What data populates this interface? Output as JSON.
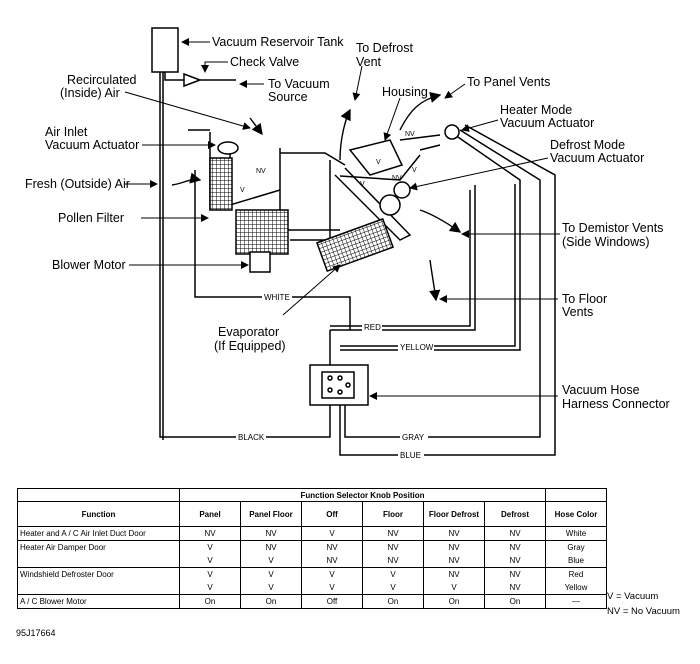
{
  "labels": {
    "vacuum_reservoir_tank": "Vacuum Reservoir Tank",
    "check_valve": "Check Valve",
    "to_vacuum_source_1": "To Vacuum",
    "to_vacuum_source_2": "Source",
    "recirculated_1": "Recirculated",
    "recirculated_2": "(Inside) Air",
    "air_inlet_1": "Air Inlet",
    "air_inlet_2": "Vacuum Actuator",
    "fresh_air": "Fresh (Outside) Air",
    "pollen_filter": "Pollen Filter",
    "blower_motor": "Blower Motor",
    "evaporator_1": "Evaporator",
    "evaporator_2": "(If Equipped)",
    "defrost_vent_1": "To Defrost",
    "defrost_vent_2": "Vent",
    "housing": "Housing",
    "panel_vents": "To Panel Vents",
    "heater_mode_1": "Heater Mode",
    "heater_mode_2": "Vacuum Actuator",
    "defrost_mode_1": "Defrost Mode",
    "defrost_mode_2": "Vacuum Actuator",
    "demistor_1": "To Demistor Vents",
    "demistor_2": "(Side Windows)",
    "floor_vents_1": "To Floor",
    "floor_vents_2": "Vents",
    "harness_1": "Vacuum Hose",
    "harness_2": "Harness Connector",
    "nv": "NV",
    "v": "V"
  },
  "hoses": {
    "white": "WHITE",
    "red": "RED",
    "yellow": "YELLOW",
    "black": "BLACK",
    "gray": "GRAY",
    "blue": "BLUE"
  },
  "table": {
    "group_header": "Function Selector Knob Position",
    "headers": [
      "Function",
      "Panel",
      "Panel Floor",
      "Off",
      "Floor",
      "Floor Defrost",
      "Defrost",
      "Hose Color"
    ],
    "rows": [
      {
        "function": "Heater and A / C Air Inlet Duct Door",
        "values": [
          [
            "NV"
          ],
          [
            "NV"
          ],
          [
            "V"
          ],
          [
            "NV"
          ],
          [
            "NV"
          ],
          [
            "NV"
          ]
        ],
        "hose": [
          "White"
        ]
      },
      {
        "function": "Heater Air Damper Door",
        "values": [
          [
            "V",
            "V"
          ],
          [
            "NV",
            "V"
          ],
          [
            "NV",
            "NV"
          ],
          [
            "NV",
            "NV"
          ],
          [
            "NV",
            "NV"
          ],
          [
            "NV",
            "NV"
          ]
        ],
        "hose": [
          "Gray",
          "Blue"
        ]
      },
      {
        "function": "Windshield Defroster Door",
        "values": [
          [
            "V",
            "V"
          ],
          [
            "V",
            "V"
          ],
          [
            "V",
            "V"
          ],
          [
            "V",
            "V"
          ],
          [
            "NV",
            "V"
          ],
          [
            "NV",
            "NV"
          ]
        ],
        "hose": [
          "Red",
          "Yellow"
        ]
      },
      {
        "function": "A / C Blower Motor",
        "values": [
          [
            "On"
          ],
          [
            "On"
          ],
          [
            "Off"
          ],
          [
            "On"
          ],
          [
            "On"
          ],
          [
            "On"
          ]
        ],
        "hose": [
          "—"
        ]
      }
    ]
  },
  "legend": {
    "v": "V = Vacuum",
    "nv": "NV = No Vacuum"
  },
  "figure_code": "95J17664"
}
